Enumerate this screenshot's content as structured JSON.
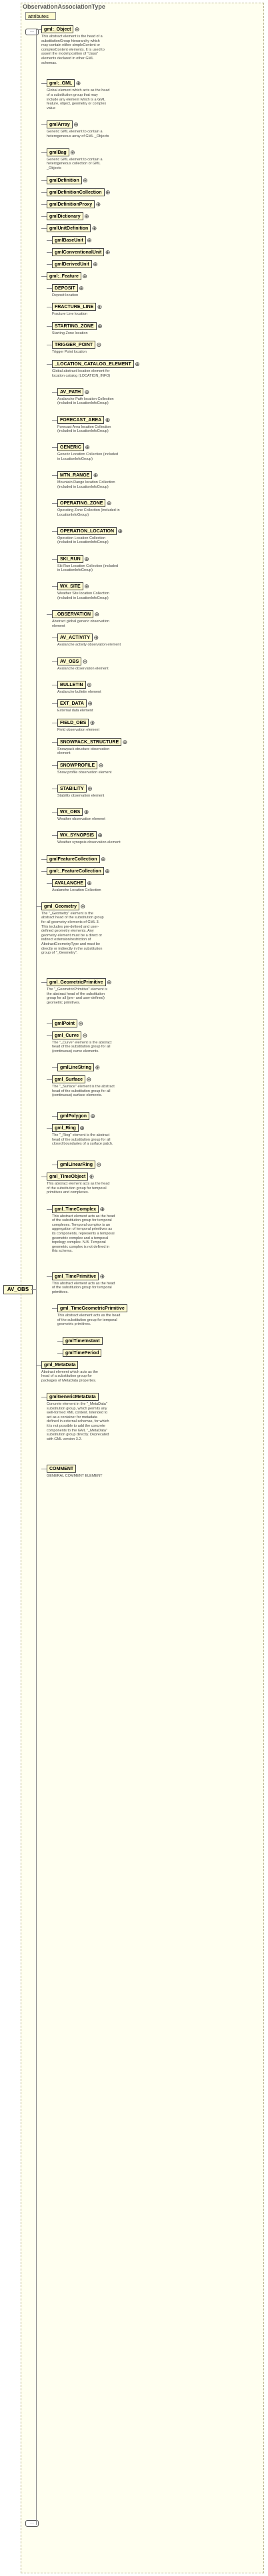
{
  "diagram": {
    "type_title": "ObservationAssociationType",
    "root": "AV_OBS",
    "attributes": "attributes",
    "elements": [
      {
        "label": "gml:_Object",
        "desc": "This abstract element is the head of a substitutionGroup hierararchy which may contain either simpleContent or complexContent elements. It is used to assert the model position of \"class\" elements declared in other GML schemas."
      },
      {
        "label": "gml:_GML",
        "desc": "Global element which acts as the head of a substitution group that may include any element which is a GML feature, object, geometry or complex value"
      },
      {
        "label": "gmlArray",
        "desc": "Generic GML element to contain a heterogeneous array of GML _Objects"
      },
      {
        "label": "gmlBag",
        "desc": "Generic GML element to contain a heterogeneous collection of GML _Objects"
      },
      {
        "label": "gmlDefinition",
        "desc": ""
      },
      {
        "label": "gmlDefinitionCollection",
        "desc": ""
      },
      {
        "label": "gmlDefinitionProxy",
        "desc": ""
      },
      {
        "label": "gmlDictionary",
        "desc": ""
      },
      {
        "label": "gmlUnitDefinition",
        "desc": ""
      },
      {
        "label": "gmlBaseUnit",
        "desc": ""
      },
      {
        "label": "gmlConventionalUnit",
        "desc": ""
      },
      {
        "label": "gmlDerivedUnit",
        "desc": ""
      },
      {
        "label": "gml:_Feature",
        "desc": ""
      },
      {
        "label": "DEPOSIT",
        "desc": "Deposit location"
      },
      {
        "label": "FRACTURE_LINE",
        "desc": "Fracture Line location"
      },
      {
        "label": "STARTING_ZONE",
        "desc": "Starting Zone location"
      },
      {
        "label": "TRIGGER_POINT",
        "desc": "Trigger Point location"
      },
      {
        "label": "_LOCATION_CATALOG_ELEMENT",
        "desc": "Global abstract location element for location catalog (LOCATION_INFO)"
      },
      {
        "label": "AV_PATH",
        "desc": "Avalanche Path location Collection (included in LocationInfoGroup)"
      },
      {
        "label": "FORECAST_AREA",
        "desc": "Forecast Area location Collection (included in LocationInfoGroup)"
      },
      {
        "label": "GENERIC",
        "desc": "Generic Location Collection (included in LocationInfoGroup)"
      },
      {
        "label": "MTN_RANGE",
        "desc": "Mountain Range location Collection (included in LocationInfoGroup)"
      },
      {
        "label": "OPERATING_ZONE",
        "desc": "Operating Zone Collection (included in LocationInfoGroup)"
      },
      {
        "label": "OPERATION_LOCATION",
        "desc": "Operation Location Collection (included in LocationInfoGroup)"
      },
      {
        "label": "SKI_RUN",
        "desc": "Ski Run Location Collection (included in LocationInfoGroup)"
      },
      {
        "label": "WX_SITE",
        "desc": "Weather Site location Collection (included in LocationInfoGroup)"
      },
      {
        "label": "_OBSERVATION",
        "desc": "Abstract global generic observation element"
      },
      {
        "label": "AV_ACTIVITY",
        "desc": "Avalanche activity observation element"
      },
      {
        "label": "AV_OBS",
        "desc": "Avalanche observation element"
      },
      {
        "label": "BULLETIN",
        "desc": "Avalanche bulletin element"
      },
      {
        "label": "EXT_DATA",
        "desc": "External data element"
      },
      {
        "label": "FIELD_OBS",
        "desc": "Field observation element"
      },
      {
        "label": "SNOWPACK_STRUCTURE",
        "desc": "Snowpack structure observation element"
      },
      {
        "label": "SNOWPROFILE",
        "desc": "Snow profile observation element"
      },
      {
        "label": "STABILITY",
        "desc": "Stability observation element"
      },
      {
        "label": "WX_OBS",
        "desc": "Weather observation element"
      },
      {
        "label": "WX_SYNOPSIS",
        "desc": "Weather synopsis observation element"
      },
      {
        "label": "gmlFeatureCollection",
        "desc": ""
      },
      {
        "label": "gml:_FeatureCollection",
        "desc": ""
      },
      {
        "label": "AVALANCHE",
        "desc": "Avalanche Location Collection"
      },
      {
        "label": "gml_Geometry",
        "desc": "The \"_Geometry\" element is the abstract head of the substitution group for all geometry elements of GML 3. This includes pre-defined and user-defined geometry elements. Any geometry element must be a direct or indirect extension/restriction of AbstractGeometryType and must be directly or indirectly in the substitution group of \"_Geometry\"."
      },
      {
        "label": "gml_GeometricPrimitive",
        "desc": "The \"_GeometricPrimitive\" element is the abstract head of the substitution group for all (pre- and user-defined) geometric primitives."
      },
      {
        "label": "gmlPoint",
        "desc": ""
      },
      {
        "label": "gml_Curve",
        "desc": "The \"_Curve\" element is the abstract head of the substitution group for all (continuous) curve elements."
      },
      {
        "label": "gmlLineString",
        "desc": ""
      },
      {
        "label": "gml_Surface",
        "desc": "The \"_Surface\" element is the abstract head of the substitution group for all (continuous) surface elements."
      },
      {
        "label": "gmlPolygon",
        "desc": ""
      },
      {
        "label": "gml_Ring",
        "desc": "The \"_Ring\" element is the abstract head of the substitution group for all closed boundaries of a surface patch."
      },
      {
        "label": "gmlLinearRing",
        "desc": ""
      },
      {
        "label": "gml_TimeObject",
        "desc": "This abstract element acts as the head of the substitution group for temporal primitives and complexes."
      },
      {
        "label": "gml_TimeComplex",
        "desc": "This abstract element acts as the head of the substitution group for temporal complexes. Temporal complex is an aggregation of temporal primitives as its components, represents a temporal geometric complex and a temporal topology complex. N.B. Temporal geometric complex is not defined in this schema."
      },
      {
        "label": "gml_TimePrimitive",
        "desc": "This abstract element acts as the head of the substitution group for temporal primitives."
      },
      {
        "label": "gml_TimeGeometricPrimitive",
        "desc": "This abstract element acts as the head of the substitution group for temporal geometric primitives."
      },
      {
        "label": "gmlTimeInstant",
        "desc": ""
      },
      {
        "label": "gmlTimePeriod",
        "desc": ""
      },
      {
        "label": "gml_MetaData",
        "desc": "Abstract element which acts as the head of a substitution group for packages of MetaData properties."
      },
      {
        "label": "gmlGenericMetaData",
        "desc": "Concrete element in the \"_MetaData\" substitution group, which permits any well-formed XML content. Intended to act as a container for metadata defined in external schemas, for which it is not possible to add the concrete components to the GML \"_MetaData\" substitution group directly. Deprecated with GML version 3.2."
      },
      {
        "label": "COMMENT",
        "desc": "GENERAL COMMENT ELEMENT"
      }
    ]
  }
}
